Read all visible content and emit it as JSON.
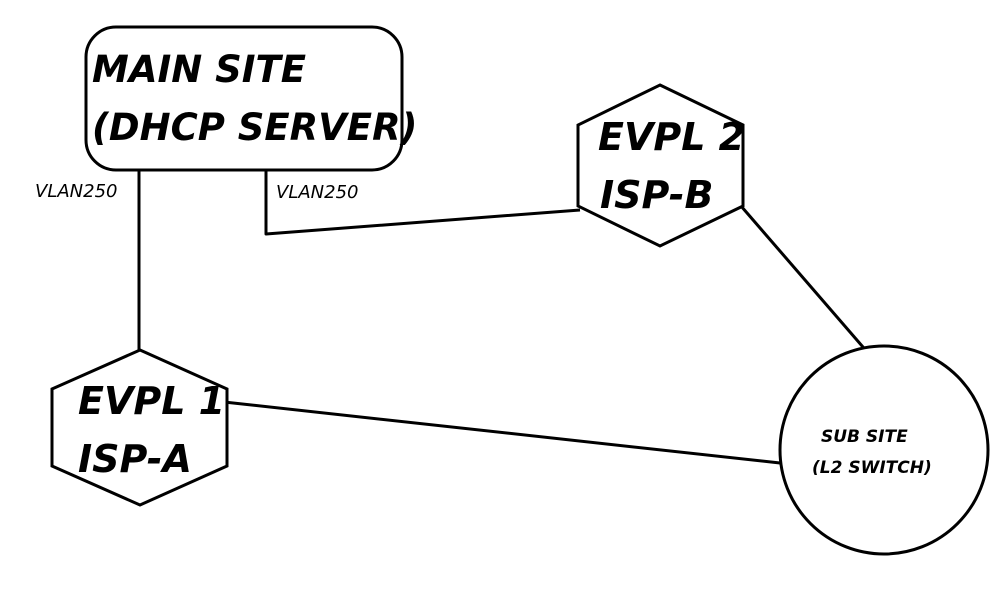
{
  "colors": {
    "stroke": "#000000",
    "background": "#ffffff"
  },
  "nodes": {
    "main_site": {
      "line1": "MAIN SITE",
      "line2": "(DHCP SERVER)"
    },
    "evpl2": {
      "line1": "EVPL 2",
      "line2": "ISP-B"
    },
    "evpl1": {
      "line1": "EVPL 1",
      "line2": "ISP-A"
    },
    "sub_site": {
      "line1": "SUB SITE",
      "line2": "(L2 SWITCH)"
    }
  },
  "links": {
    "main_to_evpl1": {
      "label": "VLAN250"
    },
    "main_to_evpl2": {
      "label": "VLAN250"
    }
  }
}
